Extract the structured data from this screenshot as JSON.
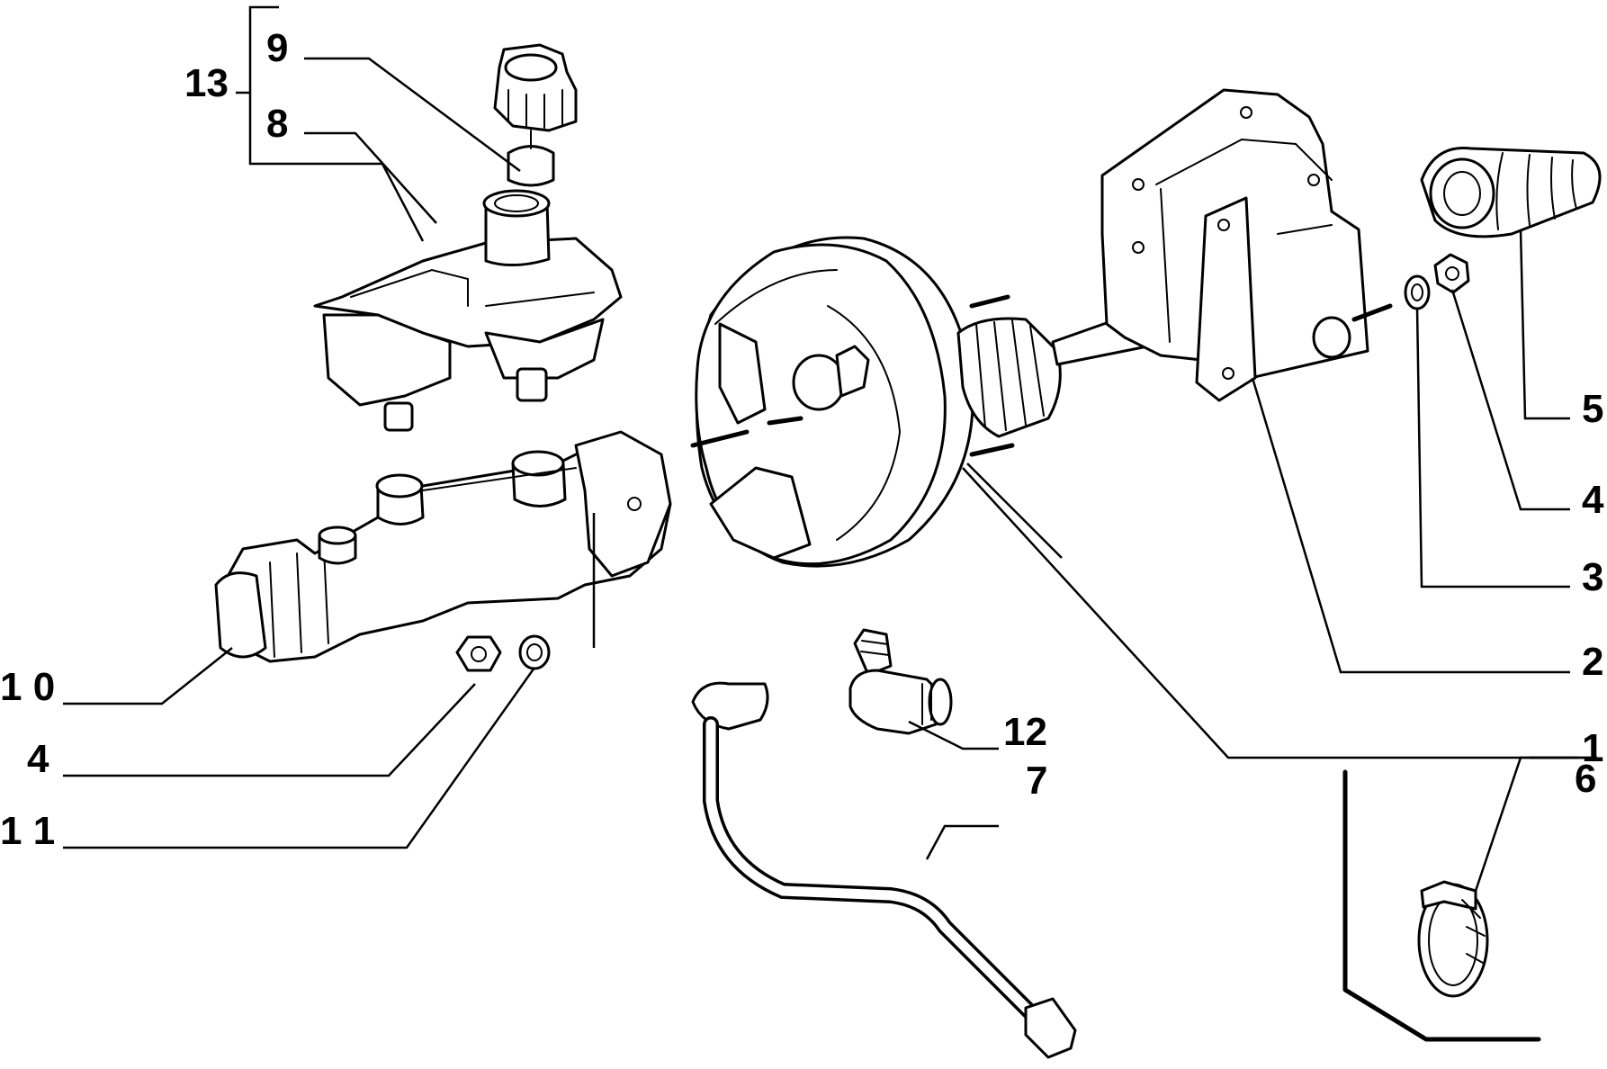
{
  "callouts": {
    "c1": "1",
    "c2": "2",
    "c3": "3",
    "c4a": "4",
    "c4b": "4",
    "c5": "5",
    "c6": "6",
    "c7": "7",
    "c8": "8",
    "c9": "9",
    "c10": "1 0",
    "c11": "1 1",
    "c12": "12",
    "c13": "13"
  }
}
